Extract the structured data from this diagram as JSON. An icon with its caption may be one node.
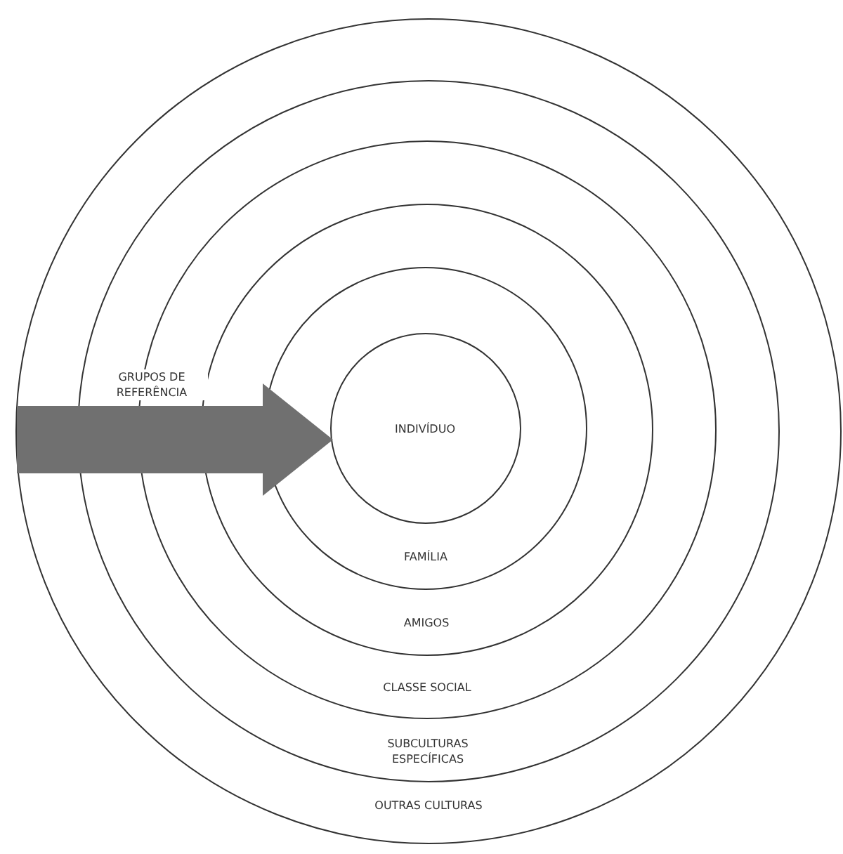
{
  "diagram": {
    "nodes": [
      {
        "text": [
          "OUTRAS CULTURAS"
        ]
      },
      {
        "text": [
          "SUBCULTURAS ESPECÍFICAS"
        ],
        "in": 0
      },
      {
        "text": [
          "CLASSE SOCIAL"
        ],
        "in": 1
      },
      {
        "text": [
          "AMIGOS"
        ],
        "in": 2
      },
      {
        "text": [
          "FAMÍLIA"
        ],
        "in": 3
      },
      {
        "text": [
          "INDIVÍDUO"
        ],
        "in": 4
      }
    ],
    "edges": [
      {
        "from": null,
        "to": 5,
        "arrow": "to",
        "label": "GRUPOS DE REFERÊNCIA",
        "style": "thick",
        "color": "#707070"
      }
    ]
  }
}
